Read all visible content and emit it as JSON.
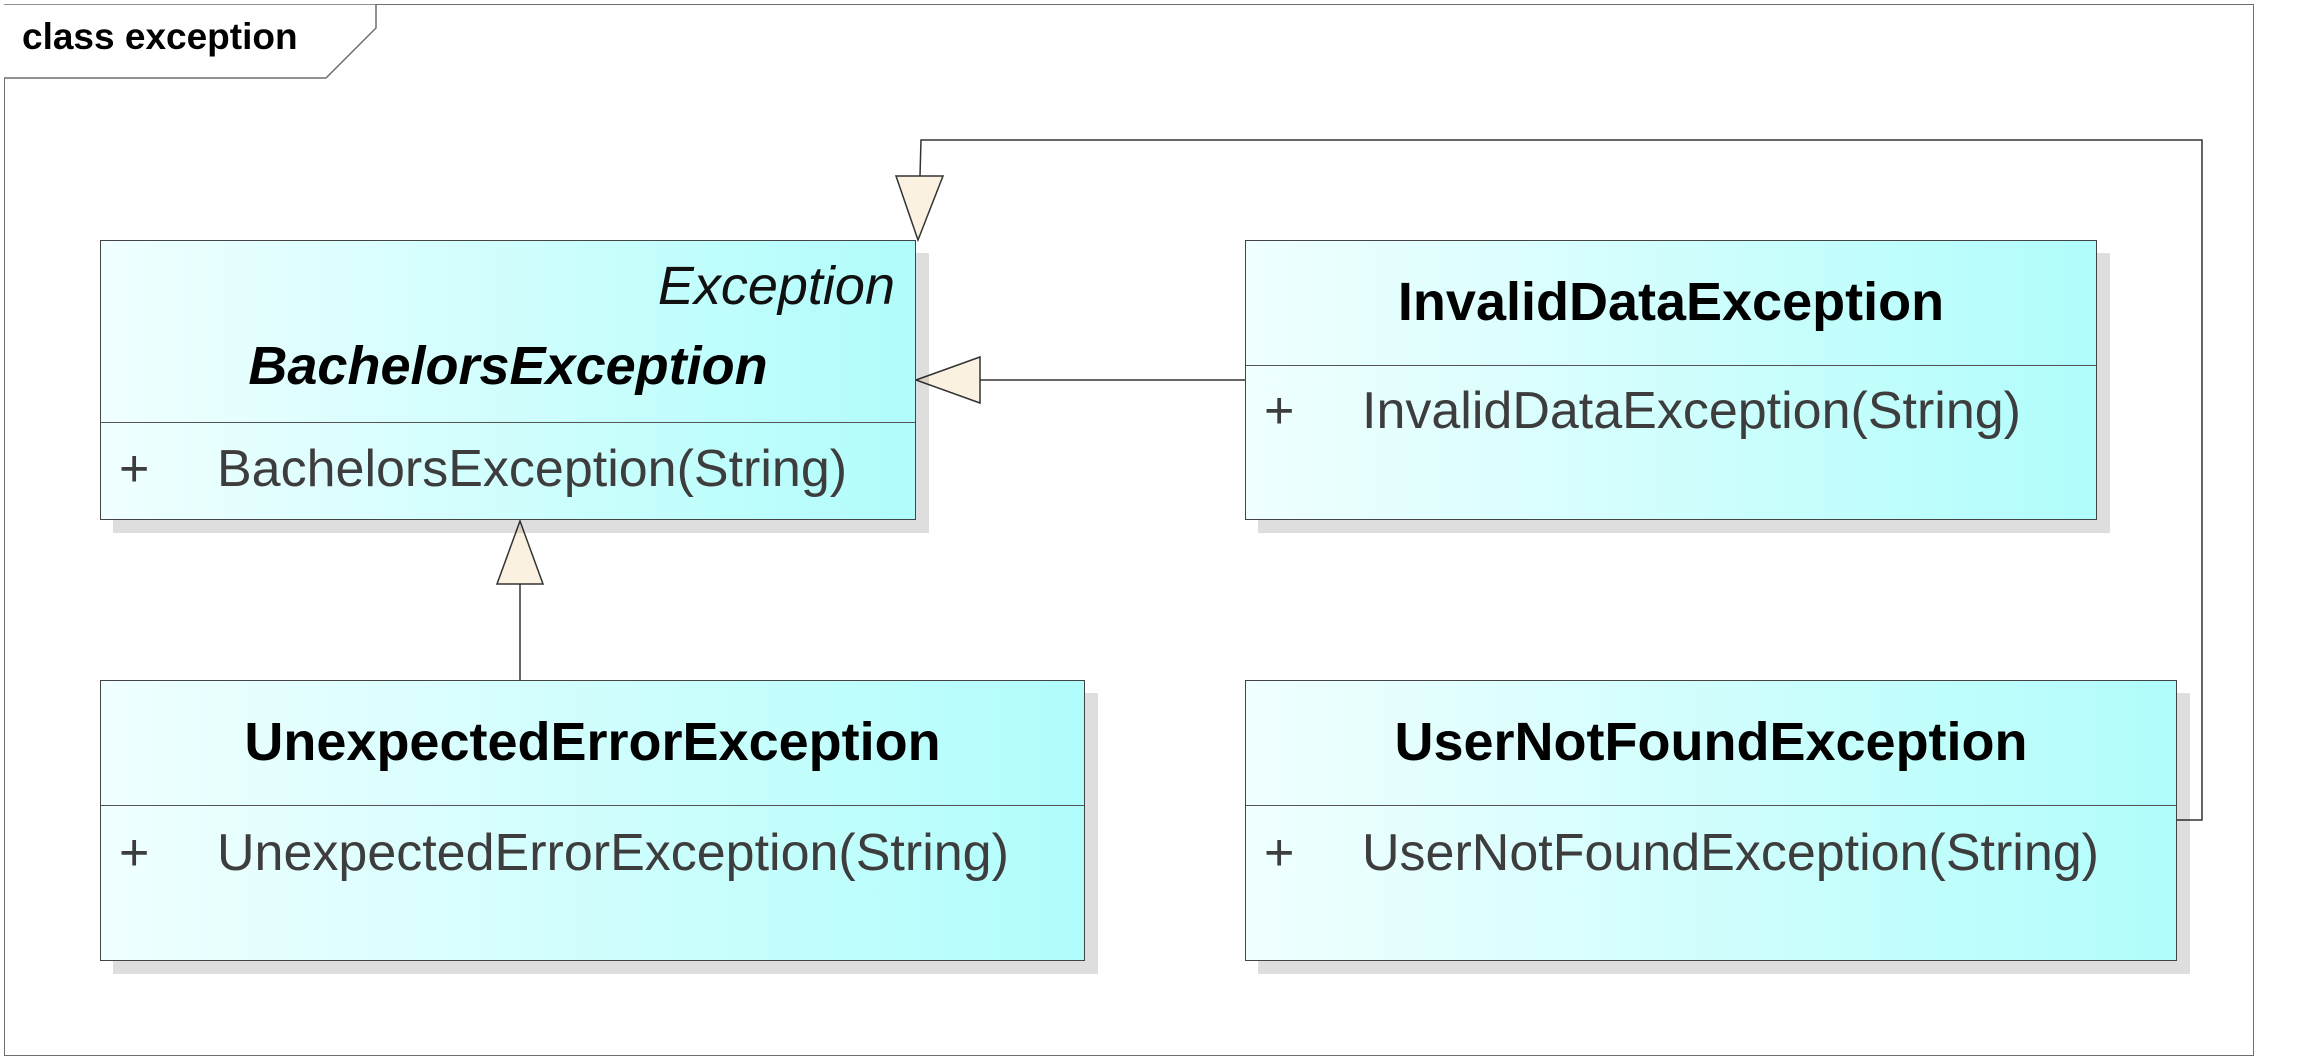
{
  "frame": {
    "title": "class exception"
  },
  "classes": {
    "bachelors": {
      "stereotype": "Exception",
      "name": "BachelorsException",
      "operations": [
        {
          "visibility": "+",
          "signature": "BachelorsException(String)"
        }
      ]
    },
    "invalid_data": {
      "name": "InvalidDataException",
      "operations": [
        {
          "visibility": "+",
          "signature": "InvalidDataException(String)"
        }
      ]
    },
    "unexpected_error": {
      "name": "UnexpectedErrorException",
      "operations": [
        {
          "visibility": "+",
          "signature": "UnexpectedErrorException(String)"
        }
      ]
    },
    "user_not_found": {
      "name": "UserNotFoundException",
      "operations": [
        {
          "visibility": "+",
          "signature": "UserNotFoundException(String)"
        }
      ]
    }
  },
  "relationships": [
    {
      "type": "generalization",
      "from": "InvalidDataException",
      "to": "BachelorsException"
    },
    {
      "type": "generalization",
      "from": "UnexpectedErrorException",
      "to": "BachelorsException"
    },
    {
      "type": "generalization",
      "from": "UserNotFoundException",
      "to": "BachelorsException"
    }
  ],
  "colors": {
    "class_fill_start": "#f0ffff",
    "class_fill_end": "#b0fdfb",
    "arrowhead_fill": "#fbf1e1",
    "line": "#333333"
  }
}
